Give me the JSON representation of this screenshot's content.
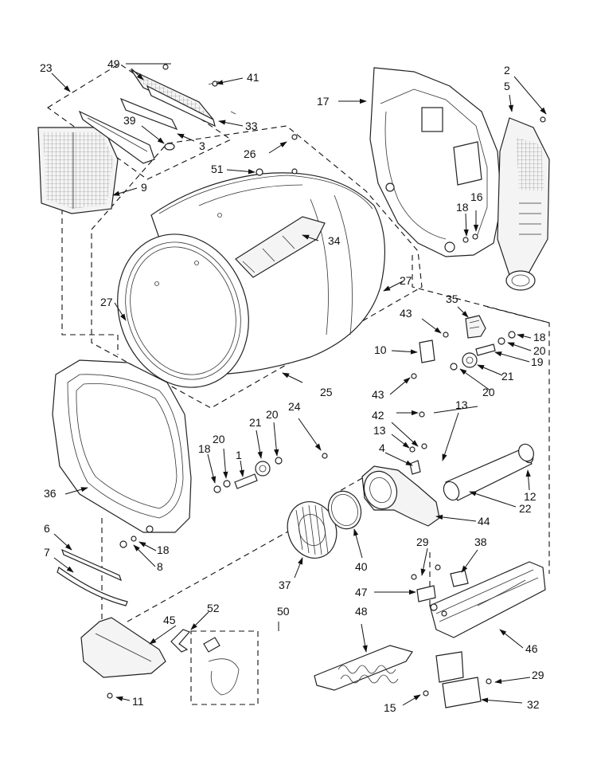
{
  "diagram": {
    "callouts": [
      "1",
      "2",
      "3",
      "4",
      "5",
      "6",
      "7",
      "8",
      "9",
      "10",
      "11",
      "12",
      "13",
      "15",
      "16",
      "17",
      "18",
      "19",
      "20",
      "21",
      "22",
      "23",
      "24",
      "25",
      "26",
      "27",
      "29",
      "32",
      "33",
      "34",
      "35",
      "36",
      "37",
      "38",
      "39",
      "40",
      "41",
      "42",
      "43",
      "44",
      "45",
      "46",
      "47",
      "48",
      "49",
      "50",
      "51",
      "52"
    ]
  }
}
